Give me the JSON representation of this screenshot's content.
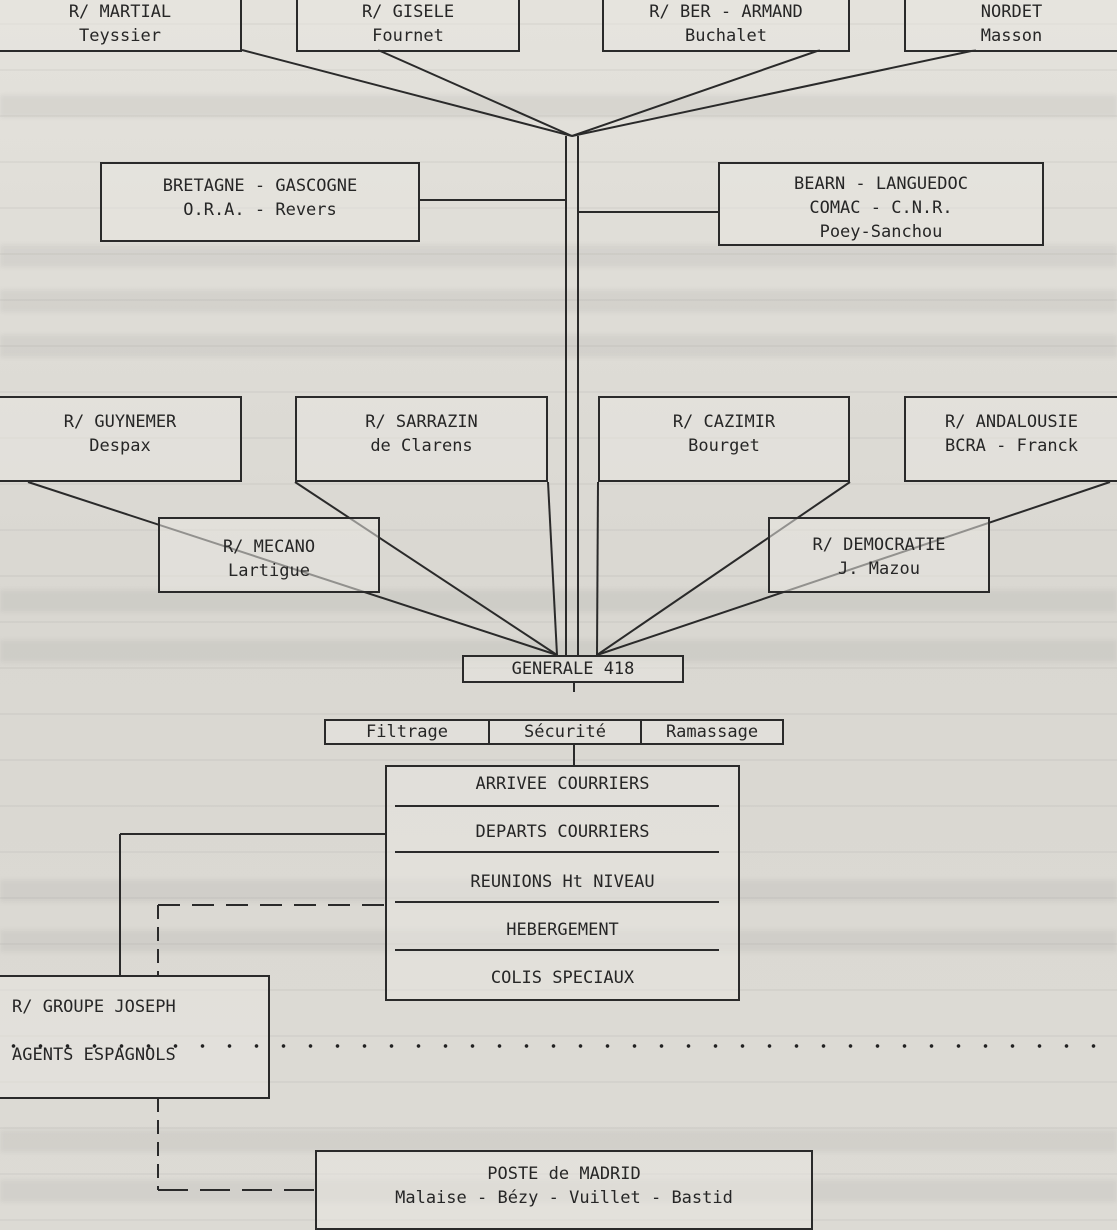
{
  "top_row": [
    {
      "line1": "R/ MARTIAL",
      "line2": "Teyssier"
    },
    {
      "line1": "R/ GISELE",
      "line2": "Fournet"
    },
    {
      "line1": "R/ BER - ARMAND",
      "line2": "Buchalet"
    },
    {
      "line1": "NORDET",
      "line2": "Masson"
    }
  ],
  "second_row": [
    {
      "line1": "BRETAGNE - GASCOGNE",
      "line2": "O.R.A. - Revers"
    },
    {
      "line1": "BEARN - LANGUEDOC",
      "line2": "COMAC - C.N.R.",
      "line3": "Poey-Sanchou"
    }
  ],
  "third_row": [
    {
      "line1": "R/ GUYNEMER",
      "line2": "Despax"
    },
    {
      "line1": "R/ SARRAZIN",
      "line2": "de Clarens"
    },
    {
      "line1": "R/ CAZIMIR",
      "line2": "Bourget"
    },
    {
      "line1": "R/ ANDALOUSIE",
      "line2": "BCRA - Franck"
    }
  ],
  "fourth_row": [
    {
      "line1": "R/ MECANO",
      "line2": "Lartigue"
    },
    {
      "line1": "R/ DEMOCRATIE",
      "line2": "J. Mazou"
    }
  ],
  "center": {
    "generale": "GENERALE 418",
    "services": [
      "Filtrage",
      "Sécurité",
      "Ramassage"
    ],
    "functions": [
      "ARRIVEE COURRIERS",
      "DEPARTS COURRIERS",
      "REUNIONS Ht NIVEAU",
      "HEBERGEMENT",
      "COLIS SPECIAUX"
    ]
  },
  "groupe": {
    "line1": "R/ GROUPE JOSEPH",
    "line2": "AGENTS ESPAGNOLS"
  },
  "madrid": {
    "line1": "POSTE de MADRID",
    "line2": "Malaise - Bézy - Vuillet - Bastid"
  }
}
